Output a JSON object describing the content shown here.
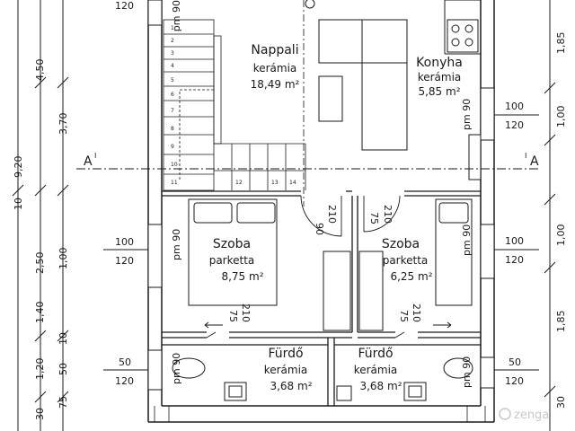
{
  "rooms": {
    "living": {
      "name": "Nappali",
      "floor": "kerámia",
      "area": "18,49 m²"
    },
    "kitchen": {
      "name": "Konyha",
      "floor": "kerámia",
      "area": "5,85 m²"
    },
    "room_left": {
      "name": "Szoba",
      "floor": "parketta",
      "area": "8,75 m²"
    },
    "room_right": {
      "name": "Szoba",
      "floor": "parketta",
      "area": "6,25 m²"
    },
    "bath_left": {
      "name": "Fürdő",
      "floor": "kerámia",
      "area": "3,68 m²"
    },
    "bath_right": {
      "name": "Fürdő",
      "floor": "kerámia",
      "area": "3,68 m²"
    }
  },
  "left_dims": {
    "outer": [
      "9,20",
      "10"
    ],
    "middle": [
      "3,70",
      "4,50",
      "2,50",
      "1,00",
      "10",
      "1,40",
      "1,20",
      "50",
      "75",
      "30"
    ]
  },
  "right_dims": {
    "outer": [
      "1,85",
      "1,00",
      "1,00",
      "1,85",
      "30"
    ]
  },
  "window_labels": {
    "top_left": "120",
    "left_mid": [
      "100",
      "120"
    ],
    "left_low": [
      "50",
      "120"
    ],
    "right_top": [
      "100",
      "120"
    ],
    "right_mid": [
      "100",
      "120"
    ],
    "right_low": [
      "50",
      "120"
    ]
  },
  "parapet": "pm 90",
  "section": {
    "left": "A",
    "right": "A"
  },
  "door_labels": [
    "90",
    "210",
    "75",
    "210",
    "75",
    "210",
    "75",
    "210"
  ],
  "stair_steps": [
    "1",
    "2",
    "3",
    "4",
    "5",
    "6",
    "7",
    "8",
    "9",
    "10",
    "11",
    "12",
    "13",
    "14"
  ],
  "watermark": "zenga",
  "accent": "#1a1a1a"
}
